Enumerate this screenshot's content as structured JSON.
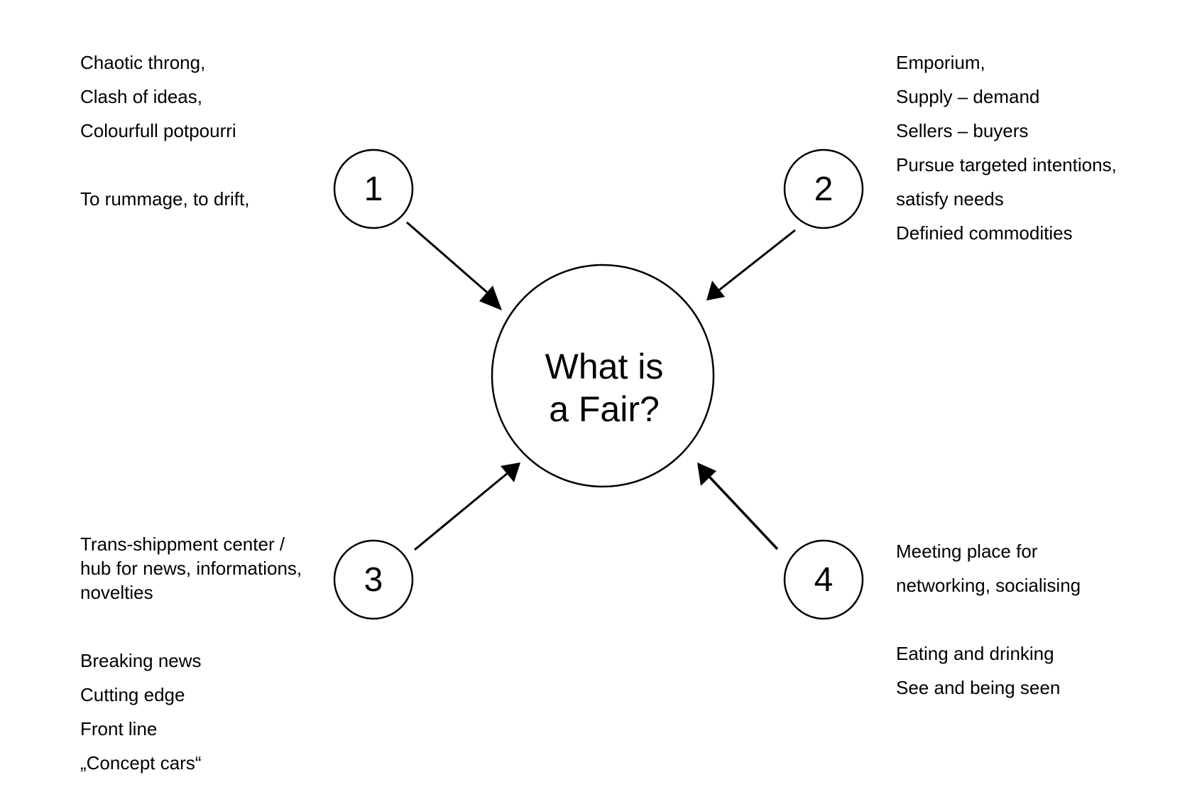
{
  "center": {
    "line1": "What is",
    "line2": "a Fair?"
  },
  "nodes": [
    {
      "label": "1"
    },
    {
      "label": "2"
    },
    {
      "label": "3"
    },
    {
      "label": "4"
    }
  ],
  "quadrant_1": {
    "lines": [
      "Chaotic throng,",
      "Clash of ideas,",
      "Colourfull potpourri",
      "",
      "To rummage, to drift,"
    ]
  },
  "quadrant_2": {
    "lines": [
      "Emporium,",
      "Supply – demand",
      "Sellers – buyers",
      "Pursue targeted intentions,",
      "satisfy needs",
      "Definied commodities"
    ]
  },
  "quadrant_3": {
    "lines_top": [
      "Trans-shippment center /",
      "hub for news, informations,",
      "novelties"
    ],
    "lines_bottom": [
      "Breaking news",
      "Cutting edge",
      "Front line",
      "„Concept cars“"
    ]
  },
  "quadrant_4": {
    "lines": [
      "Meeting place for",
      "networking, socialising",
      "",
      "Eating and drinking",
      "See and being seen"
    ]
  },
  "colors": {
    "stroke": "#000000",
    "background": "#ffffff"
  }
}
